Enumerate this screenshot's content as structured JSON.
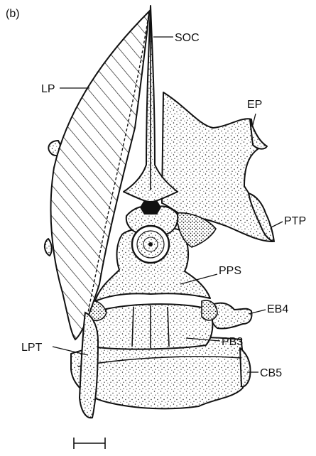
{
  "figure": {
    "panel_label": "(b)",
    "labels": {
      "soc": "SOC",
      "lp": "LP",
      "ep": "EP",
      "ptp": "PTP",
      "pps": "PPS",
      "eb4": "EB4",
      "lpt": "LPT",
      "pb3": "PB3",
      "cb5": "CB5"
    }
  }
}
